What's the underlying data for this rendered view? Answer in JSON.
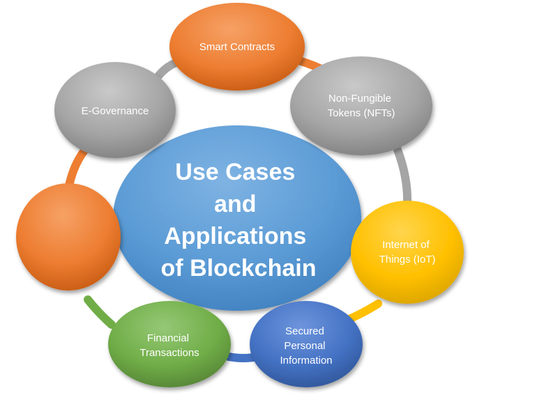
{
  "title": {
    "lines": [
      "Use Cases",
      "and",
      "Applications",
      "of Blockchain"
    ]
  },
  "nodes": [
    {
      "id": "smart-contracts",
      "lines": [
        "Smart Contracts"
      ],
      "color": "#ed7d31"
    },
    {
      "id": "nfts",
      "lines": [
        "Non-Fungible",
        "Tokens (NFTs)"
      ],
      "color": "#a5a5a5"
    },
    {
      "id": "iot",
      "lines": [
        "Internet of",
        "Things (IoT)"
      ],
      "color": "#ffc000"
    },
    {
      "id": "personal-info",
      "lines": [
        "Secured",
        "Personal",
        "Information"
      ],
      "color": "#4472c4"
    },
    {
      "id": "financial",
      "lines": [
        "Financial",
        "Transactions"
      ],
      "color": "#70ad47"
    },
    {
      "id": "blank-orange",
      "lines": [],
      "color": "#ed7d31"
    },
    {
      "id": "e-governance",
      "lines": [
        "E-Governance"
      ],
      "color": "#a5a5a5"
    }
  ],
  "center_color": "#5b9bd5"
}
